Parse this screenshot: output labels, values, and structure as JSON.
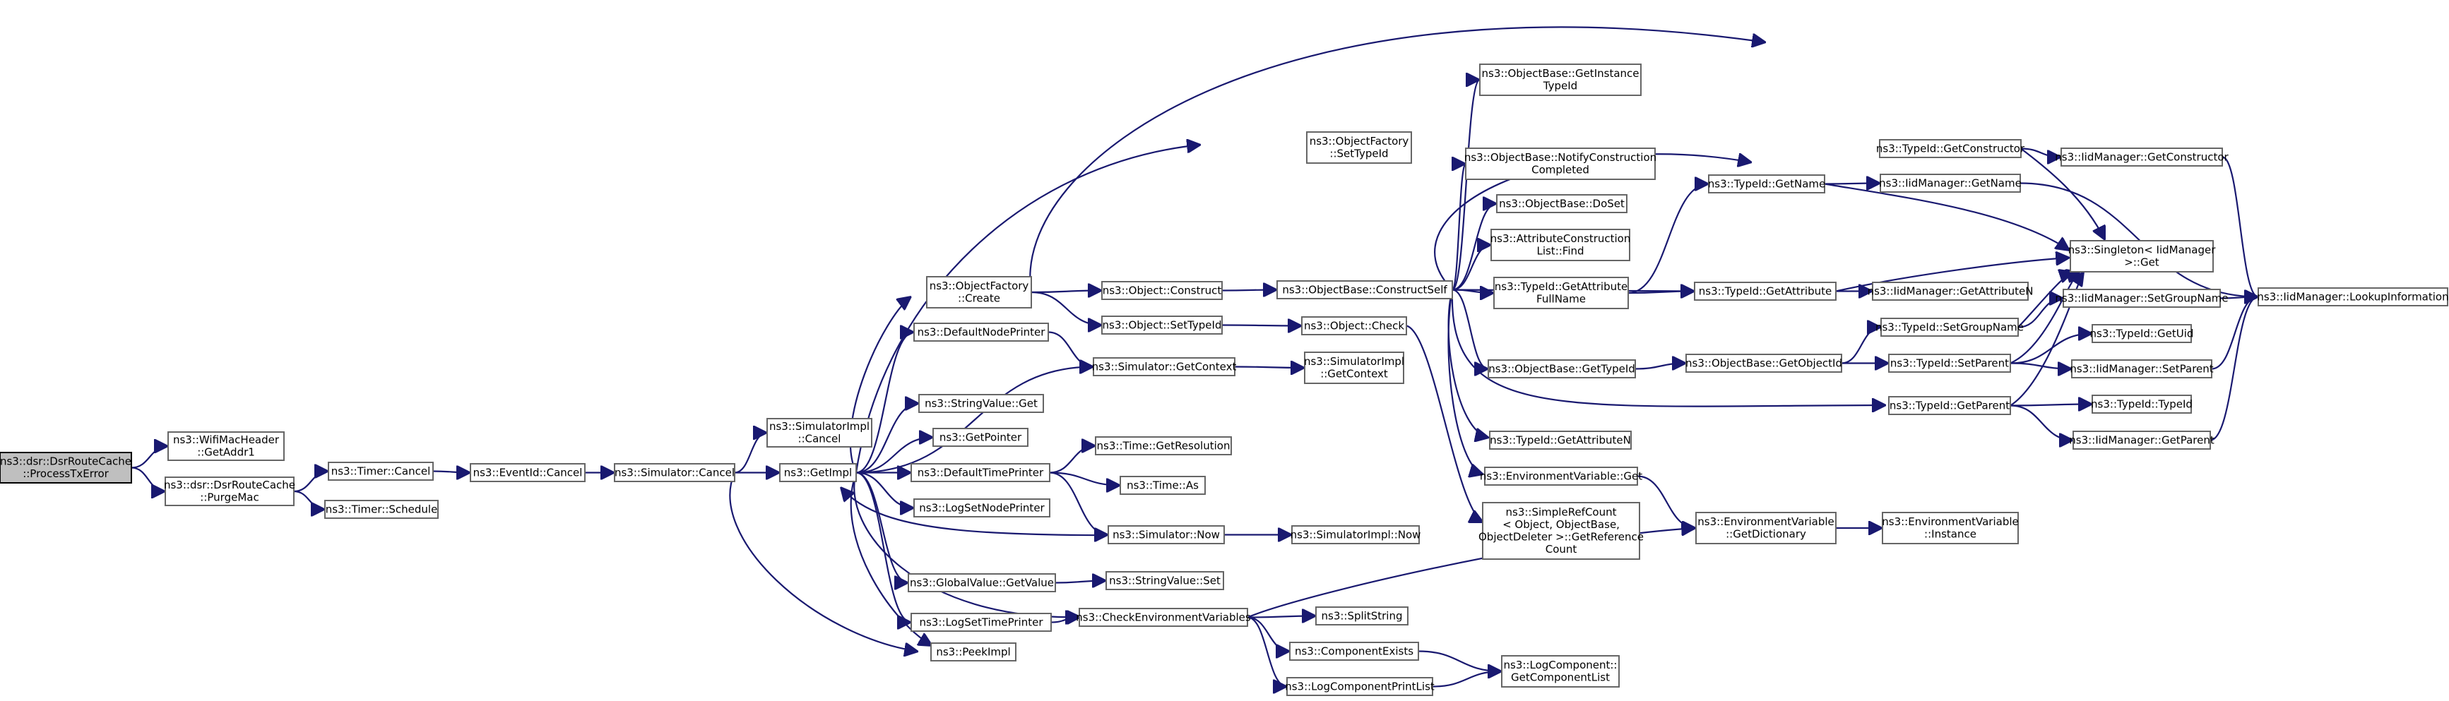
{
  "nodes": [
    {
      "id": "root",
      "lines": [
        "ns3::dsr::DsrRouteCache",
        "::ProcessTxError"
      ],
      "root": true
    },
    {
      "id": "getaddr1",
      "lines": [
        "ns3::WifiMacHeader",
        "::GetAddr1"
      ]
    },
    {
      "id": "purgemac",
      "lines": [
        "ns3::dsr::DsrRouteCache",
        "::PurgeMac"
      ]
    },
    {
      "id": "timercancel",
      "lines": [
        "ns3::Timer::Cancel"
      ]
    },
    {
      "id": "timerschedule",
      "lines": [
        "ns3::Timer::Schedule"
      ]
    },
    {
      "id": "eventidcancel",
      "lines": [
        "ns3::EventId::Cancel"
      ]
    },
    {
      "id": "simcancel",
      "lines": [
        "ns3::Simulator::Cancel"
      ]
    },
    {
      "id": "simimplcancel",
      "lines": [
        "ns3::SimulatorImpl",
        "::Cancel"
      ]
    },
    {
      "id": "getimpl",
      "lines": [
        "ns3::GetImpl"
      ]
    },
    {
      "id": "peekimpl",
      "lines": [
        "ns3::PeekImpl"
      ]
    },
    {
      "id": "ofcreate",
      "lines": [
        "ns3::ObjectFactory",
        "::Create"
      ]
    },
    {
      "id": "defaultnodeprinter",
      "lines": [
        "ns3::DefaultNodePrinter"
      ]
    },
    {
      "id": "stringvalueget",
      "lines": [
        "ns3::StringValue::Get"
      ]
    },
    {
      "id": "getpointer",
      "lines": [
        "ns3::GetPointer"
      ]
    },
    {
      "id": "defaulttimeprinter",
      "lines": [
        "ns3::DefaultTimePrinter"
      ]
    },
    {
      "id": "logsetnodeprinter",
      "lines": [
        "ns3::LogSetNodePrinter"
      ]
    },
    {
      "id": "globalvalueget",
      "lines": [
        "ns3::GlobalValue::GetValue"
      ]
    },
    {
      "id": "logsettimeprinter",
      "lines": [
        "ns3::LogSetTimePrinter"
      ]
    },
    {
      "id": "ofsettypeid",
      "lines": [
        "ns3::ObjectFactory",
        "::SetTypeId"
      ]
    },
    {
      "id": "objconstruct",
      "lines": [
        "ns3::Object::Construct"
      ]
    },
    {
      "id": "objsettypeid",
      "lines": [
        "ns3::Object::SetTypeId"
      ]
    },
    {
      "id": "simgetcontext",
      "lines": [
        "ns3::Simulator::GetContext"
      ]
    },
    {
      "id": "timegetres",
      "lines": [
        "ns3::Time::GetResolution"
      ]
    },
    {
      "id": "timeas",
      "lines": [
        "ns3::Time::As"
      ]
    },
    {
      "id": "simnow",
      "lines": [
        "ns3::Simulator::Now"
      ]
    },
    {
      "id": "stringvalueset",
      "lines": [
        "ns3::StringValue::Set"
      ]
    },
    {
      "id": "checkenv",
      "lines": [
        "ns3::CheckEnvironmentVariables"
      ]
    },
    {
      "id": "obconstructself",
      "lines": [
        "ns3::ObjectBase::ConstructSelf"
      ]
    },
    {
      "id": "objcheck",
      "lines": [
        "ns3::Object::Check"
      ]
    },
    {
      "id": "simimplgetcontext",
      "lines": [
        "ns3::SimulatorImpl",
        "::GetContext"
      ]
    },
    {
      "id": "simimplnow",
      "lines": [
        "ns3::SimulatorImpl::Now"
      ]
    },
    {
      "id": "splitstring",
      "lines": [
        "ns3::SplitString"
      ]
    },
    {
      "id": "componentexists",
      "lines": [
        "ns3::ComponentExists"
      ]
    },
    {
      "id": "logcomponentprintlist",
      "lines": [
        "ns3::LogComponentPrintList"
      ]
    },
    {
      "id": "obgetinstancetypeid",
      "lines": [
        "ns3::ObjectBase::GetInstance",
        "TypeId"
      ]
    },
    {
      "id": "obnotifyconstruction",
      "lines": [
        "ns3::ObjectBase::NotifyConstruction",
        "Completed"
      ]
    },
    {
      "id": "obdoset",
      "lines": [
        "ns3::ObjectBase::DoSet"
      ]
    },
    {
      "id": "attrconstructionfind",
      "lines": [
        "ns3::AttributeConstruction",
        "List::Find"
      ]
    },
    {
      "id": "typeidgetattrfullname",
      "lines": [
        "ns3::TypeId::GetAttribute",
        "FullName"
      ]
    },
    {
      "id": "obgettypeid",
      "lines": [
        "ns3::ObjectBase::GetTypeId"
      ]
    },
    {
      "id": "typeidgetattrn",
      "lines": [
        "ns3::TypeId::GetAttributeN"
      ]
    },
    {
      "id": "envget",
      "lines": [
        "ns3::EnvironmentVariable::Get"
      ]
    },
    {
      "id": "simplerefcount",
      "lines": [
        "ns3::SimpleRefCount",
        "< Object, ObjectBase,",
        "ObjectDeleter >::GetReference",
        "Count"
      ]
    },
    {
      "id": "typeidgetname",
      "lines": [
        "ns3::TypeId::GetName"
      ]
    },
    {
      "id": "typeidgetattribute",
      "lines": [
        "ns3::TypeId::GetAttribute"
      ]
    },
    {
      "id": "obgetobjectid",
      "lines": [
        "ns3::ObjectBase::GetObjectId"
      ]
    },
    {
      "id": "envgetdict",
      "lines": [
        "ns3::EnvironmentVariable",
        "::GetDictionary"
      ]
    },
    {
      "id": "logcomponentgetlist",
      "lines": [
        "ns3::LogComponent::",
        "GetComponentList"
      ]
    },
    {
      "id": "typeidgetconstructor",
      "lines": [
        "ns3::TypeId::GetConstructor"
      ]
    },
    {
      "id": "iidgetname",
      "lines": [
        "ns3::IidManager::GetName"
      ]
    },
    {
      "id": "iidgetattributen",
      "lines": [
        "ns3::IidManager::GetAttributeN"
      ]
    },
    {
      "id": "typeidsetgroupname",
      "lines": [
        "ns3::TypeId::SetGroupName"
      ]
    },
    {
      "id": "typeidsetparent",
      "lines": [
        "ns3::TypeId::SetParent"
      ]
    },
    {
      "id": "typeidgetparent",
      "lines": [
        "ns3::TypeId::GetParent"
      ]
    },
    {
      "id": "envinstance",
      "lines": [
        "ns3::EnvironmentVariable",
        "::Instance"
      ]
    },
    {
      "id": "iidgetconstructor",
      "lines": [
        "ns3::IidManager::GetConstructor"
      ]
    },
    {
      "id": "singletonget",
      "lines": [
        "ns3::Singleton< IidManager",
        ">::Get"
      ]
    },
    {
      "id": "iidsetgroupname",
      "lines": [
        "ns3::IidManager::SetGroupName"
      ]
    },
    {
      "id": "typeidgetuid",
      "lines": [
        "ns3::TypeId::GetUid"
      ]
    },
    {
      "id": "iidsetparent",
      "lines": [
        "ns3::IidManager::SetParent"
      ]
    },
    {
      "id": "typeidtypeid",
      "lines": [
        "ns3::TypeId::TypeId"
      ]
    },
    {
      "id": "iidgetparent",
      "lines": [
        "ns3::IidManager::GetParent"
      ]
    },
    {
      "id": "iidlookup",
      "lines": [
        "ns3::IidManager::LookupInformation"
      ]
    }
  ],
  "edges": [
    [
      "root",
      "getaddr1"
    ],
    [
      "root",
      "purgemac"
    ],
    [
      "purgemac",
      "timercancel"
    ],
    [
      "purgemac",
      "timerschedule"
    ],
    [
      "timercancel",
      "eventidcancel"
    ],
    [
      "eventidcancel",
      "simcancel"
    ],
    [
      "simcancel",
      "simimplcancel"
    ],
    [
      "simcancel",
      "getimpl"
    ],
    [
      "simcancel",
      "peekimpl"
    ],
    [
      "getimpl",
      "ofcreate"
    ],
    [
      "getimpl",
      "defaultnodeprinter"
    ],
    [
      "getimpl",
      "stringvalueget"
    ],
    [
      "getimpl",
      "getpointer"
    ],
    [
      "getimpl",
      "defaulttimeprinter"
    ],
    [
      "getimpl",
      "logsetnodeprinter"
    ],
    [
      "getimpl",
      "globalvalueget"
    ],
    [
      "getimpl",
      "logsettimeprinter"
    ],
    [
      "getimpl",
      "peekimpl"
    ],
    [
      "getimpl",
      "ofsettypeid"
    ],
    [
      "getimpl",
      "simgetcontext"
    ],
    [
      "getimpl",
      "checkenv"
    ],
    [
      "ofcreate",
      "objconstruct"
    ],
    [
      "ofcreate",
      "objsettypeid"
    ],
    [
      "ofcreate",
      "typeidgetconstructor"
    ],
    [
      "defaultnodeprinter",
      "simgetcontext"
    ],
    [
      "defaulttimeprinter",
      "timegetres"
    ],
    [
      "defaulttimeprinter",
      "timeas"
    ],
    [
      "defaulttimeprinter",
      "simnow"
    ],
    [
      "globalvalueget",
      "stringvalueset"
    ],
    [
      "logsettimeprinter",
      "checkenv"
    ],
    [
      "objconstruct",
      "obconstructself"
    ],
    [
      "objsettypeid",
      "objcheck"
    ],
    [
      "simgetcontext",
      "simimplgetcontext"
    ],
    [
      "simnow",
      "simimplnow"
    ],
    [
      "simnow",
      "getimpl"
    ],
    [
      "checkenv",
      "splitstring"
    ],
    [
      "checkenv",
      "componentexists"
    ],
    [
      "checkenv",
      "logcomponentprintlist"
    ],
    [
      "checkenv",
      "envgetdict"
    ],
    [
      "obconstructself",
      "obgetinstancetypeid"
    ],
    [
      "obconstructself",
      "obnotifyconstruction"
    ],
    [
      "obconstructself",
      "obdoset"
    ],
    [
      "obconstructself",
      "attrconstructionfind"
    ],
    [
      "obconstructself",
      "typeidgetattrfullname"
    ],
    [
      "obconstructself",
      "obgettypeid"
    ],
    [
      "obconstructself",
      "typeidgetattrn"
    ],
    [
      "obconstructself",
      "envget"
    ],
    [
      "obconstructself",
      "typeidgetname"
    ],
    [
      "obconstructself",
      "typeidgetattribute"
    ],
    [
      "obconstructself",
      "typeidgetparent"
    ],
    [
      "objcheck",
      "simplerefcount"
    ],
    [
      "componentexists",
      "logcomponentgetlist"
    ],
    [
      "logcomponentprintlist",
      "logcomponentgetlist"
    ],
    [
      "typeidgetattrfullname",
      "typeidgetname"
    ],
    [
      "typeidgetattrfullname",
      "typeidgetattribute"
    ],
    [
      "obgettypeid",
      "obgetobjectid"
    ],
    [
      "envget",
      "envgetdict"
    ],
    [
      "typeidgetname",
      "iidgetname"
    ],
    [
      "typeidgetname",
      "singletonget"
    ],
    [
      "typeidgetattribute",
      "iidgetattributen"
    ],
    [
      "typeidgetattribute",
      "singletonget"
    ],
    [
      "obgetobjectid",
      "typeidsetgroupname"
    ],
    [
      "obgetobjectid",
      "typeidsetparent"
    ],
    [
      "envgetdict",
      "envinstance"
    ],
    [
      "typeidgetconstructor",
      "iidgetconstructor"
    ],
    [
      "typeidgetconstructor",
      "singletonget"
    ],
    [
      "iidgetname",
      "iidlookup"
    ],
    [
      "typeidsetgroupname",
      "iidsetgroupname"
    ],
    [
      "typeidsetgroupname",
      "singletonget"
    ],
    [
      "typeidsetparent",
      "typeidgetuid"
    ],
    [
      "typeidsetparent",
      "iidsetparent"
    ],
    [
      "typeidsetparent",
      "singletonget"
    ],
    [
      "typeidgetparent",
      "typeidtypeid"
    ],
    [
      "typeidgetparent",
      "iidgetparent"
    ],
    [
      "typeidgetparent",
      "singletonget"
    ],
    [
      "iidgetconstructor",
      "iidlookup"
    ],
    [
      "iidsetgroupname",
      "iidlookup"
    ],
    [
      "iidsetparent",
      "iidlookup"
    ],
    [
      "iidgetparent",
      "iidlookup"
    ]
  ],
  "colors": {
    "edge": "#191970",
    "node_border": "#666666",
    "root_fill": "#bfbfbf"
  }
}
